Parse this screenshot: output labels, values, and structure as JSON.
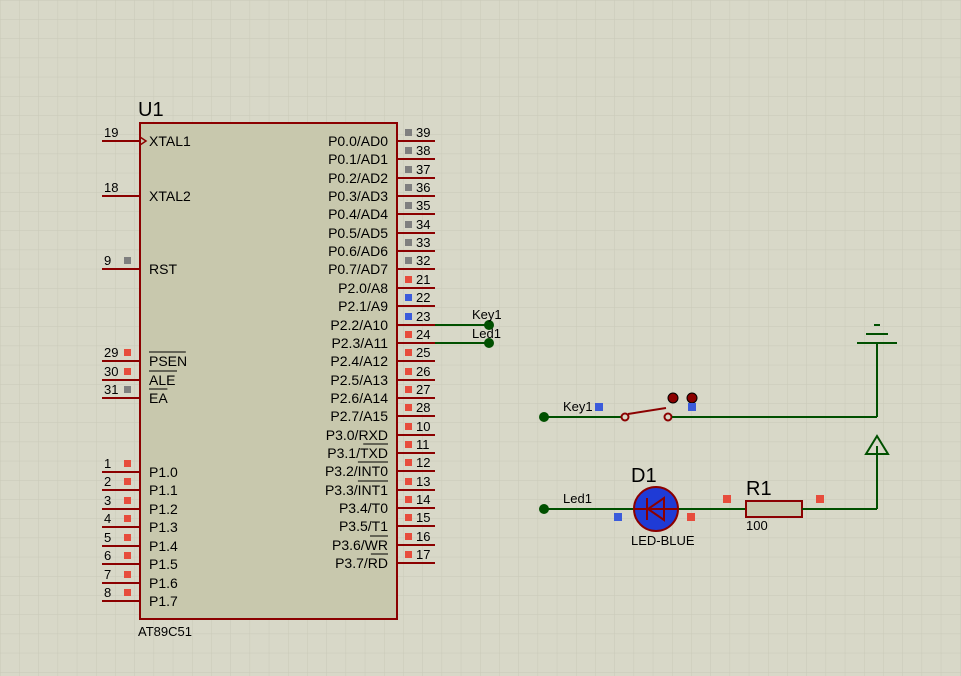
{
  "colors": {
    "background": "#d8d8c8",
    "grid_minor": "#c9c9b8",
    "grid_major": "#bcbcab",
    "chip_body": "#c8c8ad",
    "component_line": "#8b0000",
    "wire": "#005000",
    "pin_red": "#e74c3c",
    "pin_blue": "#3b5bdb",
    "pin_gray": "#7f7f7f",
    "led_fill": "#1f3bd6",
    "resistor_fill": "#c8c8ad"
  },
  "chip": {
    "ref": "U1",
    "part": "AT89C51",
    "left_pins": [
      {
        "num": "19",
        "label": "XTAL1",
        "clock": true
      },
      {
        "num": "18",
        "label": "XTAL2"
      },
      {
        "num": "9",
        "label": "RST",
        "marker": "gray"
      },
      {
        "num": "29",
        "label": "PSEN",
        "overbar": true,
        "marker": "red"
      },
      {
        "num": "30",
        "label": "ALE",
        "overbar_partial": true,
        "marker": "red"
      },
      {
        "num": "31",
        "label": "EA",
        "overbar": true,
        "marker": "gray"
      },
      {
        "num": "1",
        "label": "P1.0",
        "marker": "red"
      },
      {
        "num": "2",
        "label": "P1.1",
        "marker": "red"
      },
      {
        "num": "3",
        "label": "P1.2",
        "marker": "red"
      },
      {
        "num": "4",
        "label": "P1.3",
        "marker": "red"
      },
      {
        "num": "5",
        "label": "P1.4",
        "marker": "red"
      },
      {
        "num": "6",
        "label": "P1.5",
        "marker": "red"
      },
      {
        "num": "7",
        "label": "P1.6",
        "marker": "red"
      },
      {
        "num": "8",
        "label": "P1.7",
        "marker": "red"
      }
    ],
    "right_pins": [
      {
        "num": "39",
        "label": "P0.0/AD0",
        "marker": "gray"
      },
      {
        "num": "38",
        "label": "P0.1/AD1",
        "marker": "gray"
      },
      {
        "num": "37",
        "label": "P0.2/AD2",
        "marker": "gray"
      },
      {
        "num": "36",
        "label": "P0.3/AD3",
        "marker": "gray"
      },
      {
        "num": "35",
        "label": "P0.4/AD4",
        "marker": "gray"
      },
      {
        "num": "34",
        "label": "P0.5/AD5",
        "marker": "gray"
      },
      {
        "num": "33",
        "label": "P0.6/AD6",
        "marker": "gray"
      },
      {
        "num": "32",
        "label": "P0.7/AD7",
        "marker": "gray"
      },
      {
        "num": "21",
        "label": "P2.0/A8",
        "marker": "red"
      },
      {
        "num": "22",
        "label": "P2.1/A9",
        "marker": "blue"
      },
      {
        "num": "23",
        "label": "P2.2/A10",
        "marker": "blue"
      },
      {
        "num": "24",
        "label": "P2.3/A11",
        "marker": "red"
      },
      {
        "num": "25",
        "label": "P2.4/A12",
        "marker": "red"
      },
      {
        "num": "26",
        "label": "P2.5/A13",
        "marker": "red"
      },
      {
        "num": "27",
        "label": "P2.6/A14",
        "marker": "red"
      },
      {
        "num": "28",
        "label": "P2.7/A15",
        "marker": "red"
      },
      {
        "num": "10",
        "label": "P3.0/RXD",
        "marker": "red"
      },
      {
        "num": "11",
        "label": "P3.1/TXD",
        "marker": "red",
        "overbar_after_slash": true
      },
      {
        "num": "12",
        "label": "P3.2/INT0",
        "marker": "red",
        "overbar_after_slash": true
      },
      {
        "num": "13",
        "label": "P3.3/INT1",
        "marker": "red",
        "overbar_after_slash": true
      },
      {
        "num": "14",
        "label": "P3.4/T0",
        "marker": "red"
      },
      {
        "num": "15",
        "label": "P3.5/T1",
        "marker": "red"
      },
      {
        "num": "16",
        "label": "P3.6/WR",
        "marker": "red",
        "overbar_after_slash": true
      },
      {
        "num": "17",
        "label": "P3.7/RD",
        "marker": "red",
        "overbar_after_slash": true
      }
    ]
  },
  "labels": {
    "net_key1_chip": "Key1",
    "net_led1_chip": "Led1",
    "net_key1_switch": "Key1",
    "net_led1_led": "Led1"
  },
  "led": {
    "ref": "D1",
    "value": "LED-BLUE"
  },
  "resistor": {
    "ref": "R1",
    "value": "100"
  }
}
